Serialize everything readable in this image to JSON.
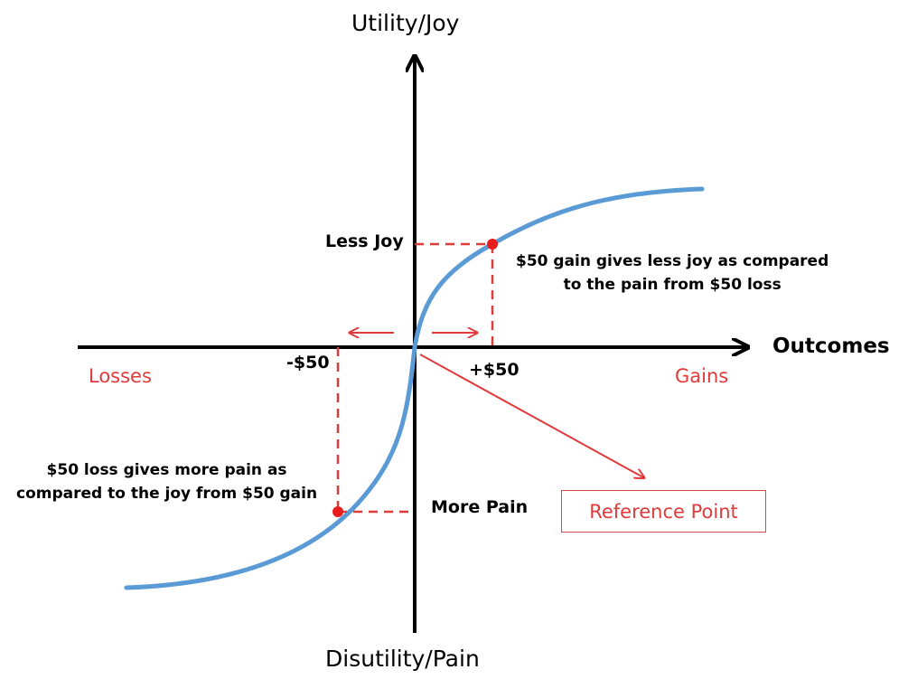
{
  "axes": {
    "y_top_label": "Utility/Joy",
    "y_bottom_label": "Disutility/Pain",
    "x_right_label": "Outcomes"
  },
  "regions": {
    "left": "Losses",
    "right": "Gains"
  },
  "ticks": {
    "negative": "-$50",
    "positive": "+$50"
  },
  "markers": {
    "upper": "Less Joy",
    "lower": "More Pain"
  },
  "notes": {
    "gain": [
      "$50 gain gives less joy as compared",
      "to the pain from $50 loss"
    ],
    "loss": [
      "$50 loss gives more pain as",
      "compared to the joy from $50 gain"
    ]
  },
  "reference_point": "Reference Point",
  "colors": {
    "curve": "#5b9bd5",
    "accent": "#e03a3a",
    "axis": "#000000"
  }
}
